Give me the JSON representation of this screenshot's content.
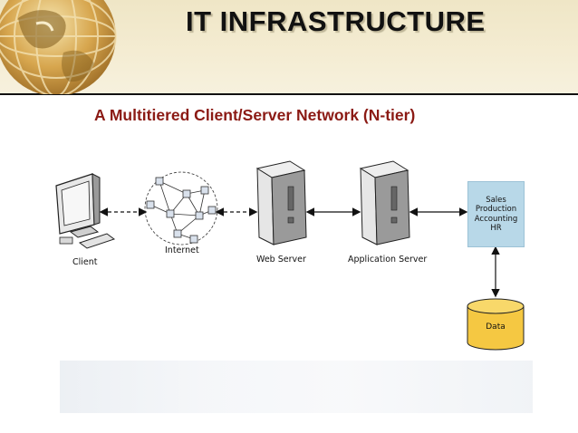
{
  "slide": {
    "title": "IT INFRASTRUCTURE",
    "subtitle": "A Multitiered Client/Server Network (N-tier)"
  },
  "diagram": {
    "nodes": {
      "client": "Client",
      "internet": "Internet",
      "web_server": "Web Server",
      "application_server": "Application Server",
      "data": "Data"
    },
    "departments": [
      "Sales",
      "Production",
      "Accounting",
      "HR"
    ]
  },
  "colors": {
    "title_text": "#111111",
    "subtitle_text": "#8b1a14",
    "header_band": "#f2ead0",
    "department_box": "#b8d8e8",
    "database": "#f5c842"
  }
}
